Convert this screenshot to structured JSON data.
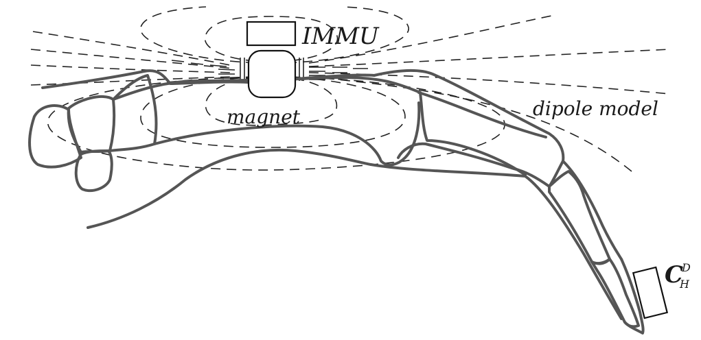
{
  "labels": {
    "immu": "IMMU",
    "magnet": "magnet",
    "dipole_model": "dipole model",
    "sensor_symbol": "C",
    "sensor_superscript": "D",
    "sensor_subscript": "H"
  },
  "colors": {
    "bone_outline": "#555555",
    "field_lines": "#222222",
    "box_outline": "#111111",
    "text": "#1a1a1a",
    "background": "#ffffff"
  }
}
